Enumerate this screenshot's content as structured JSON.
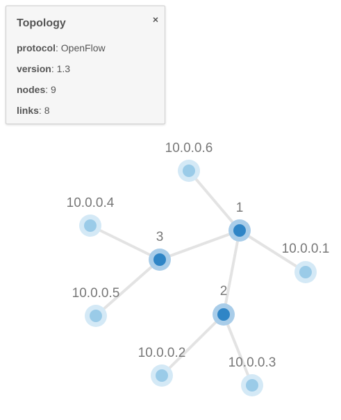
{
  "panel": {
    "title": "Topology",
    "close_label": "×",
    "rows": [
      {
        "key": "protocol",
        "value": "OpenFlow"
      },
      {
        "key": "version",
        "value": "1.3"
      },
      {
        "key": "nodes",
        "value": "9"
      },
      {
        "key": "links",
        "value": "8"
      }
    ]
  },
  "graph": {
    "colors": {
      "link": "#e3e3e3",
      "switch_halo": "#a9cde9",
      "switch_core": "#2f85c6",
      "host_halo": "#d4e9f6",
      "host_core": "#9acbe8"
    },
    "nodes": [
      {
        "id": "1",
        "label": "1",
        "kind": "switch",
        "icon": "switch-node-icon"
      },
      {
        "id": "2",
        "label": "2",
        "kind": "switch",
        "icon": "switch-node-icon"
      },
      {
        "id": "3",
        "label": "3",
        "kind": "switch",
        "icon": "switch-node-icon"
      },
      {
        "id": "h1",
        "label": "10.0.0.1",
        "kind": "host",
        "icon": "host-node-icon"
      },
      {
        "id": "h2",
        "label": "10.0.0.2",
        "kind": "host",
        "icon": "host-node-icon"
      },
      {
        "id": "h3",
        "label": "10.0.0.3",
        "kind": "host",
        "icon": "host-node-icon"
      },
      {
        "id": "h4",
        "label": "10.0.0.4",
        "kind": "host",
        "icon": "host-node-icon"
      },
      {
        "id": "h5",
        "label": "10.0.0.5",
        "kind": "host",
        "icon": "host-node-icon"
      },
      {
        "id": "h6",
        "label": "10.0.0.6",
        "kind": "host",
        "icon": "host-node-icon"
      }
    ],
    "links": [
      {
        "source": "1",
        "target": "h6"
      },
      {
        "source": "1",
        "target": "h1"
      },
      {
        "source": "1",
        "target": "3"
      },
      {
        "source": "1",
        "target": "2"
      },
      {
        "source": "3",
        "target": "h4"
      },
      {
        "source": "3",
        "target": "h5"
      },
      {
        "source": "2",
        "target": "h2"
      },
      {
        "source": "2",
        "target": "h3"
      }
    ]
  }
}
